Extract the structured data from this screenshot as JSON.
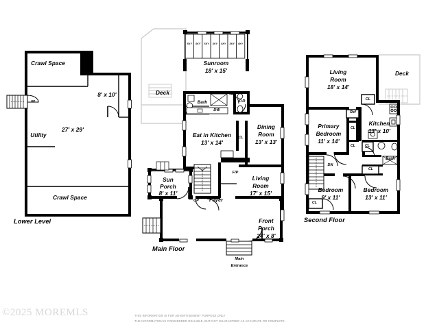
{
  "document": {
    "type": "real-estate-floor-plan",
    "watermark": "©2025 MOREMLS",
    "disclaimer_line1": "THIS INFORMATION IS FOR ADVERTISEMENT PURPOSE ONLY",
    "disclaimer_line2": "THE INFORMATION IS CONSIDERED RELIABLE, BUT NOT GUARANTEED AS ACCURATE OR COMPLETE.",
    "background_color": "#ffffff",
    "line_color": "#000000",
    "wall_color": "#000000",
    "light_line_color": "#c8c8c8"
  },
  "floors": [
    {
      "id": "lower-level",
      "title": "Lower Level",
      "rooms": [
        {
          "name": "Crawl Space",
          "dimensions": ""
        },
        {
          "name": "8' x 10'",
          "dimensions": ""
        },
        {
          "name": "Utility",
          "dimensions": ""
        },
        {
          "name": "27' x 29'",
          "dimensions": ""
        },
        {
          "name": "Crawl Space",
          "dimensions": ""
        }
      ],
      "markers": [
        {
          "label": "UP",
          "type": "stair-direction"
        }
      ]
    },
    {
      "id": "main-floor",
      "title": "Main Floor",
      "rooms": [
        {
          "name": "Sunroom",
          "dimensions": "18' x 15'"
        },
        {
          "name": "Deck",
          "dimensions": ""
        },
        {
          "name": "Bath",
          "dimensions": ""
        },
        {
          "name": "Eat in Kitchen",
          "dimensions": "13' x 14'"
        },
        {
          "name": "Dining Room",
          "dimensions": "13' x 13'"
        },
        {
          "name": "Living Room",
          "dimensions": "17' x 15'"
        },
        {
          "name": "Sun Porch",
          "dimensions": "8' x 11'"
        },
        {
          "name": "Foyer",
          "dimensions": ""
        },
        {
          "name": "Front Porch",
          "dimensions": "24' x 8'"
        }
      ],
      "markers": [
        {
          "label": "SKY",
          "type": "skylight"
        },
        {
          "label": "SKY",
          "type": "skylight"
        },
        {
          "label": "SKY",
          "type": "skylight"
        },
        {
          "label": "SKY",
          "type": "skylight"
        },
        {
          "label": "SKY",
          "type": "skylight"
        },
        {
          "label": "SKY",
          "type": "skylight"
        },
        {
          "label": "SKY",
          "type": "skylight"
        },
        {
          "label": "P.R",
          "type": "powder-room"
        },
        {
          "label": "DW",
          "type": "dishwasher"
        },
        {
          "label": "CL",
          "type": "closet"
        },
        {
          "label": "F/P",
          "type": "fireplace"
        },
        {
          "label": "UP",
          "type": "stair-direction"
        },
        {
          "label": "Main\nEntrance",
          "type": "entrance"
        }
      ]
    },
    {
      "id": "second-floor",
      "title": "Second Floor",
      "rooms": [
        {
          "name": "Living Room",
          "dimensions": "18' x 14'"
        },
        {
          "name": "Deck",
          "dimensions": ""
        },
        {
          "name": "Primary Bedroom",
          "dimensions": "11' x 14'"
        },
        {
          "name": "Kitchen",
          "dimensions": "13' x 10'"
        },
        {
          "name": "Bath",
          "dimensions": ""
        },
        {
          "name": "Bedroom",
          "dimensions": "9' x 11'"
        },
        {
          "name": "Bedroom",
          "dimensions": "13' x 11'"
        }
      ],
      "markers": [
        {
          "label": "CL",
          "type": "closet"
        },
        {
          "label": "Ref",
          "type": "refrigerator"
        },
        {
          "label": "CL",
          "type": "closet"
        },
        {
          "label": "CL",
          "type": "closet"
        },
        {
          "label": "CL",
          "type": "closet"
        },
        {
          "label": "CL",
          "type": "closet"
        },
        {
          "label": "CL",
          "type": "closet"
        },
        {
          "label": "DN",
          "type": "stair-direction"
        }
      ]
    }
  ],
  "text_nodes": {
    "lower": {
      "crawl_space_top": "Crawl Space",
      "room_8x10": "8' x 10'",
      "utility": "Utility",
      "main_dim": "27' x 29'",
      "crawl_space_bottom": "Crawl Space",
      "up": "UP",
      "title": "Lower Level"
    },
    "main": {
      "sunroom_name": "Sunroom",
      "sunroom_dim": "18' x 15'",
      "deck": "Deck",
      "bath": "Bath",
      "pr": "P.R",
      "dw": "DW",
      "kitchen_name": "Eat in Kitchen",
      "kitchen_dim": "13' x 14'",
      "dining_name": "Dining",
      "dining_name2": "Room",
      "dining_dim": "13' x 13'",
      "cl": "CL",
      "fp": "F/P",
      "living_name": "Living",
      "living_name2": "Room",
      "living_dim": "17' x 15'",
      "sunporch_name": "Sun",
      "sunporch_name2": "Porch",
      "sunporch_dim": "8' x 11'",
      "up": "UP",
      "foyer": "Foyer",
      "frontporch_name": "Front",
      "frontporch_name2": "Porch",
      "frontporch_dim": "24' x 8'",
      "main_entrance": "Main",
      "main_entrance2": "Entrance",
      "title": "Main Floor",
      "sky": "SKY"
    },
    "second": {
      "living_name": "Living",
      "living_name2": "Room",
      "living_dim": "18' x 14'",
      "deck": "Deck",
      "cl_living": "CL",
      "primary_name": "Primary",
      "primary_name2": "Bedroom",
      "primary_dim": "11' x 14'",
      "ref": "Ref",
      "cl_primary1": "CL",
      "cl_primary2": "CL",
      "kitchen_name": "Kitchen",
      "kitchen_dim": "13' x 10'",
      "cl_bath": "CL",
      "bath": "Bath",
      "cl_hall": "CL",
      "dn": "DN",
      "bedroom2_name": "Bedroom",
      "bedroom2_dim": "9' x 11'",
      "cl_bedroom2": "CL",
      "bedroom3_name": "Bedroom",
      "bedroom3_dim": "13' x 11'",
      "title": "Second Floor"
    }
  }
}
